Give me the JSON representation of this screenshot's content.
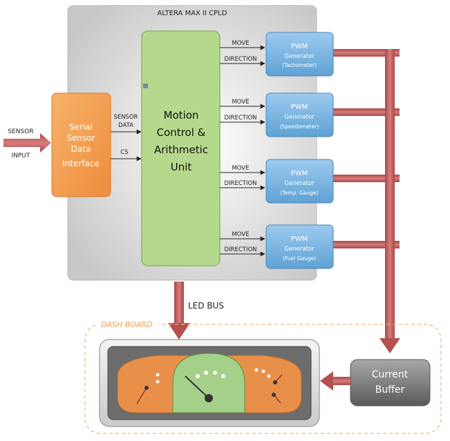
{
  "cpld": {
    "title": "ALTERA MAX II CPLD"
  },
  "input": {
    "line1": "SENSOR",
    "line2": "INPUT"
  },
  "serial": {
    "line1": "Serial",
    "line2": "Sensor",
    "line3": "Data",
    "line4": "Interface"
  },
  "sensor_data": {
    "line1": "SENSOR",
    "line2": "DATA"
  },
  "cs_label": "CS",
  "motion": {
    "line1": "Motion",
    "line2": "Control &",
    "line3": "Arithmetic",
    "line4": "Unit"
  },
  "signals": {
    "move": "MOVE",
    "direction": "DIRECTION"
  },
  "pwm": [
    {
      "title": "PWM",
      "line2": "Generator",
      "line3": "(Tachometer)"
    },
    {
      "title": "PWM",
      "line2": "Generator",
      "line3": "(Speedometer)"
    },
    {
      "title": "PWM",
      "line2": "Generator",
      "line3": "(Temp. Gauge)"
    },
    {
      "title": "PWM",
      "line2": "Generator",
      "line3": "(Fuel Gauge)"
    }
  ],
  "led_bus": "LED BUS",
  "dashboard": {
    "title": "DASH BOARD"
  },
  "buffer": {
    "line1": "Current",
    "line2": "Buffer"
  },
  "colors": {
    "cpld_bg": "#d4d4d4",
    "serial": "#f09a4a",
    "motion": "#b3d78b",
    "pwm": "#7fb6dd",
    "arrow": "#c05a5a",
    "dash_border": "#f0b878",
    "dash_title": "#f0a050"
  }
}
